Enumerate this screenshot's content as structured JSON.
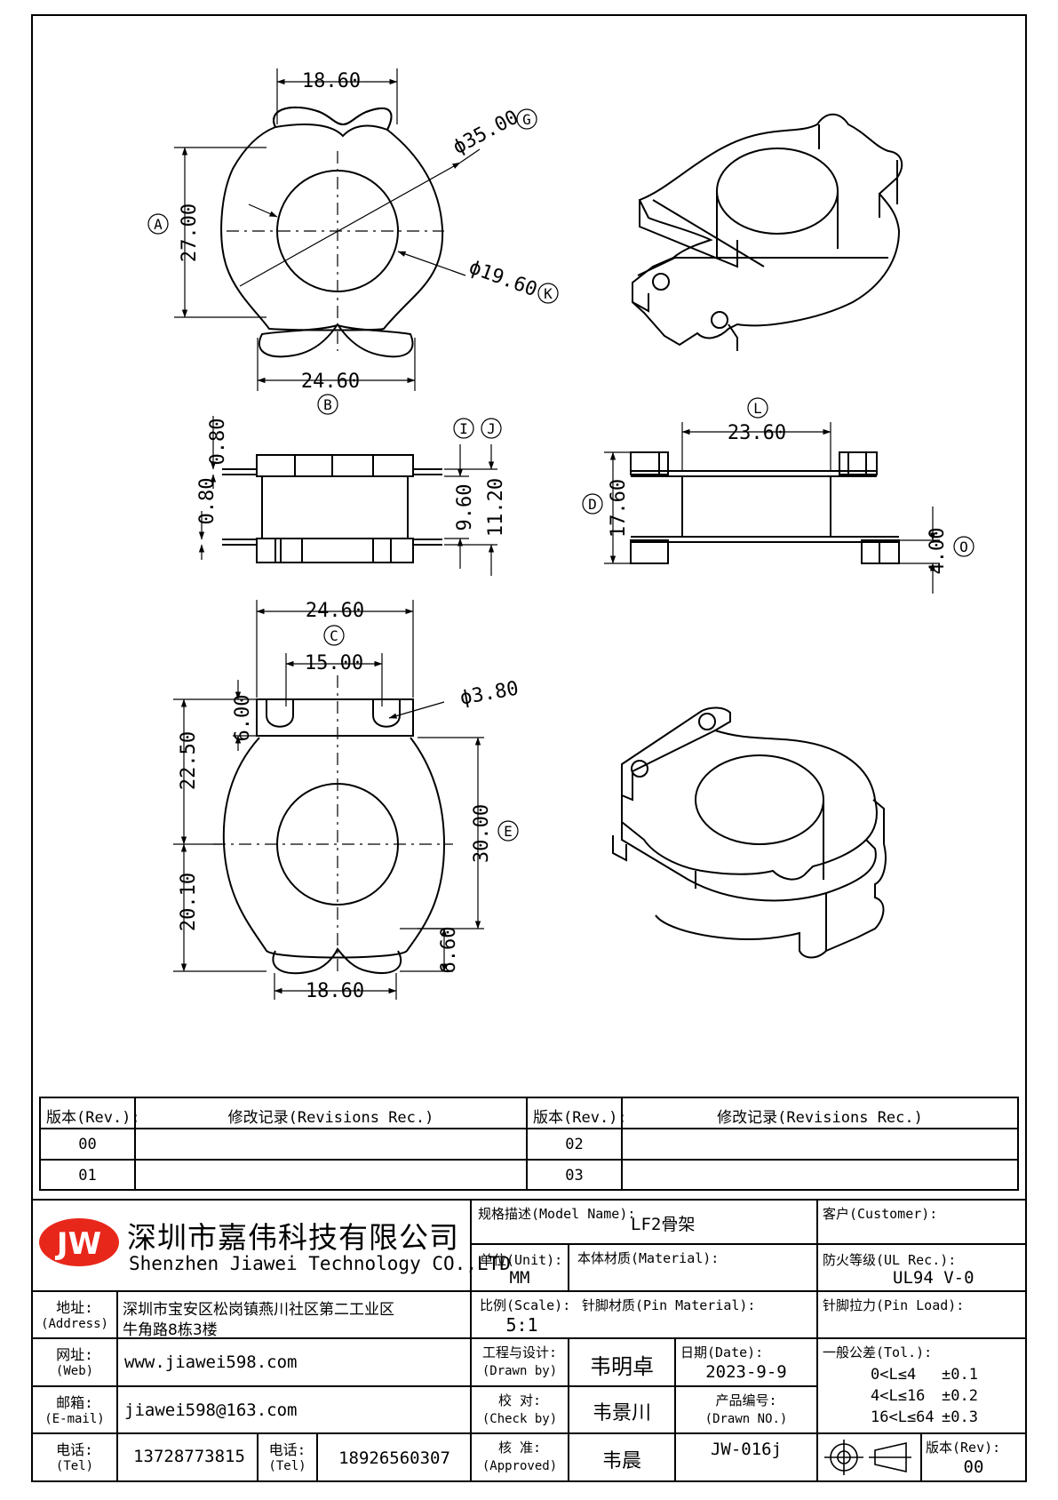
{
  "drawing": {
    "top_view": {
      "dims": {
        "top_width": "18.60",
        "height": "27.00",
        "outer_dia": "ϕ35.00",
        "inner_dia": "ϕ19.60",
        "bottom_width": "24.60"
      },
      "bubbles": {
        "a": "A",
        "b": "B",
        "g": "G",
        "k": "K"
      }
    },
    "side_view_left": {
      "dims": {
        "v1": "0.80",
        "v2": "0.80",
        "h1": "9.60",
        "h2": "11.20"
      },
      "bubbles": {
        "i": "I",
        "j": "J"
      }
    },
    "side_view_right": {
      "dims": {
        "width": "23.60",
        "height": "17.60",
        "gap": "4.00"
      },
      "bubbles": {
        "l": "L",
        "d": "D",
        "o": "O"
      }
    },
    "bottom_view": {
      "dims": {
        "width": "24.60",
        "slot": "15.00",
        "hole": "ϕ3.80",
        "notch": "6.00",
        "upper": "22.50",
        "lower": "20.10",
        "height": "30.00",
        "tab": "6.60",
        "bottom_width": "18.60"
      },
      "bubbles": {
        "c": "C",
        "e": "E"
      }
    }
  },
  "revisions": {
    "rev_label": "版本(Rev.):",
    "rec_label": "修改记录(Revisions Rec.)",
    "rows_left": [
      "00",
      "01"
    ],
    "rows_right": [
      "02",
      "03"
    ]
  },
  "title_block": {
    "logo_text": "JW",
    "company_cn": "深圳市嘉伟科技有限公司",
    "company_en": "Shenzhen Jiawei Technology CO.,LTD",
    "model_label": "规格描述(Model Name):",
    "model_value": "LF2骨架",
    "customer_label": "客户(Customer):",
    "unit_label": "单位(Unit):",
    "unit_value": "MM",
    "material_label": "本体材质(Material):",
    "ul_label": "防火等级(UL Rec.):",
    "ul_value": "UL94 V-0",
    "address_label_cn": "地址:",
    "address_label_en": "(Address)",
    "address_line1": "深圳市宝安区松岗镇燕川社区第二工业区",
    "address_line2": "牛角路8栋3楼",
    "scale_label": "比例(Scale):",
    "scale_value": "5:1",
    "pin_material_label": "针脚材质(Pin Material):",
    "pin_load_label": "针脚拉力(Pin Load):",
    "web_label_cn": "网址:",
    "web_label_en": "(Web)",
    "web_value": "www.jiawei598.com",
    "drawn_label_cn": "工程与设计:",
    "drawn_label_en": "(Drawn by)",
    "drawn_value": "韦明卓",
    "date_label": "日期(Date):",
    "date_value": "2023-9-9",
    "tol_label": "一般公差(Tol.):",
    "tol_rows": [
      [
        "0<L≤4",
        "±0.1"
      ],
      [
        "4<L≤16",
        "±0.2"
      ],
      [
        "16<L≤64",
        "±0.3"
      ]
    ],
    "email_label_cn": "邮箱:",
    "email_label_en": "(E-mail)",
    "email_value": "jiawei598@163.com",
    "check_label_cn": "校  对:",
    "check_label_en": "(Check by)",
    "check_value": "韦景川",
    "drawn_no_label_cn": "产品编号:",
    "drawn_no_label_en": "(Drawn NO.)",
    "drawn_no_value": "JW-016j",
    "tel_label_cn": "电话:",
    "tel_label_en": "(Tel)",
    "tel1_value": "13728773815",
    "tel2_value": "18926560307",
    "approved_label_cn": "核  准:",
    "approved_label_en": "(Approved)",
    "approved_value": "韦晨",
    "version_label": "版本(Rev):",
    "version_value": "00",
    "colors": {
      "logo_red": "#e8271b",
      "line": "#000000"
    }
  }
}
